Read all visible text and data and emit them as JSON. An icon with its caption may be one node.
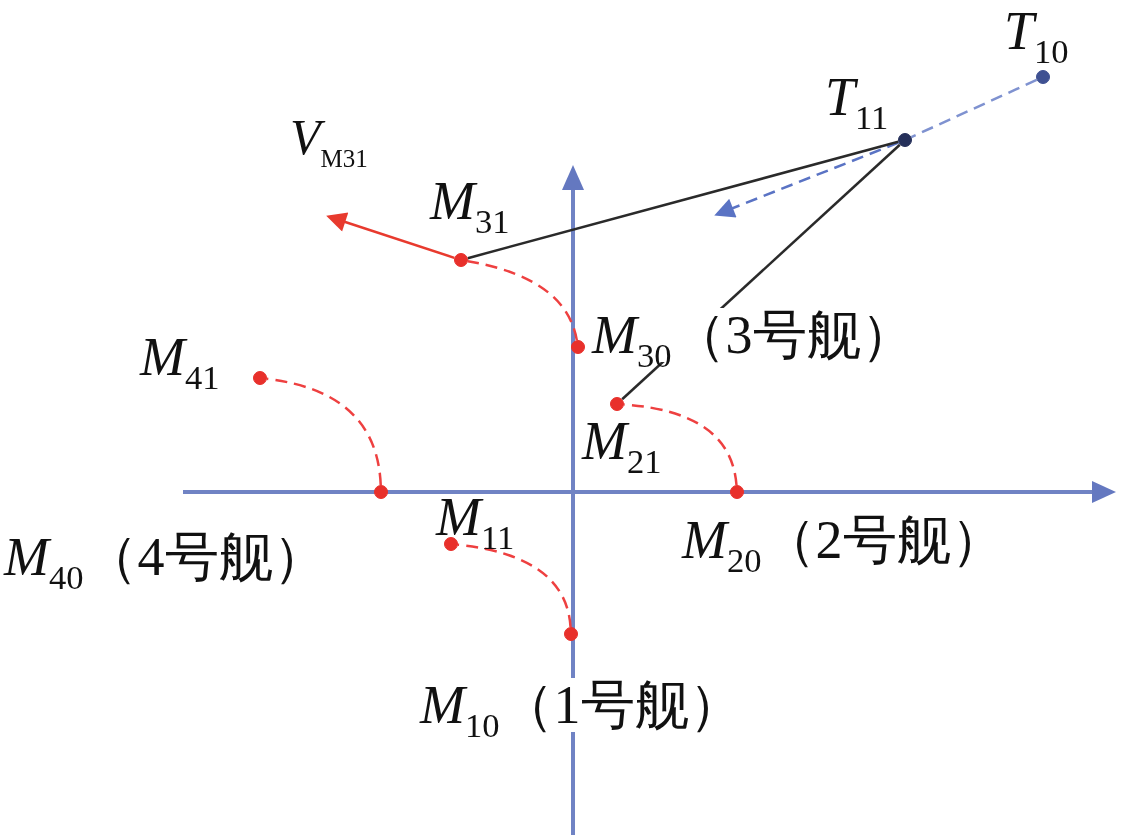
{
  "diagram": {
    "nodes": [
      {
        "text": [],
        "shape": "circle",
        "beside": [
          "*T*$_{10}$"
        ]
      },
      {
        "text": [],
        "shape": "circle",
        "beside": [
          "*T*$_{11}$"
        ]
      },
      {
        "text": [],
        "shape": "circle",
        "beside": [
          "*M*$_{31}$"
        ]
      },
      {
        "text": [],
        "shape": "circle",
        "beside": [
          "*M*$_{30}$（3号舰）"
        ]
      },
      {
        "text": [],
        "shape": "circle",
        "beside": [
          "*M*$_{21}$"
        ]
      },
      {
        "text": [],
        "shape": "circle",
        "beside": [
          "*M*$_{20}$（2号舰）"
        ]
      },
      {
        "text": [],
        "shape": "circle",
        "beside": [
          "*M*$_{41}$"
        ]
      },
      {
        "text": [],
        "shape": "circle",
        "beside": [
          "*M*$_{40}$（4号舰）"
        ]
      },
      {
        "text": [],
        "shape": "circle",
        "beside": [
          "*M*$_{11}$"
        ]
      },
      {
        "text": [],
        "shape": "circle",
        "beside": [
          "*M*$_{10}$（1号舰）"
        ]
      }
    ],
    "edges": [
      {
        "from": 0,
        "to": 1,
        "arrow": "none",
        "style": "dashed",
        "color": "#7f92d0"
      },
      {
        "from": 1,
        "to": null,
        "arrow": "to",
        "style": "dashed",
        "color": "#5a73c4"
      },
      {
        "from": 1,
        "to": 2,
        "arrow": "none",
        "color": "#2a2a2a"
      },
      {
        "from": 1,
        "to": 4,
        "arrow": "none",
        "color": "#2a2a2a"
      },
      {
        "from": 3,
        "to": 2,
        "arrow": "none",
        "style": "dashed",
        "color": "#ee4040"
      },
      {
        "from": 5,
        "to": 4,
        "arrow": "none",
        "style": "dashed",
        "color": "#ee4040"
      },
      {
        "from": 7,
        "to": 6,
        "arrow": "none",
        "style": "dashed",
        "color": "#ee4040"
      },
      {
        "from": 9,
        "to": 8,
        "arrow": "none",
        "style": "dashed",
        "color": "#ee4040"
      },
      {
        "from": 2,
        "to": null,
        "arrow": "to",
        "label": "*V*$_{M31}$",
        "color": "#e83a2e"
      }
    ]
  }
}
